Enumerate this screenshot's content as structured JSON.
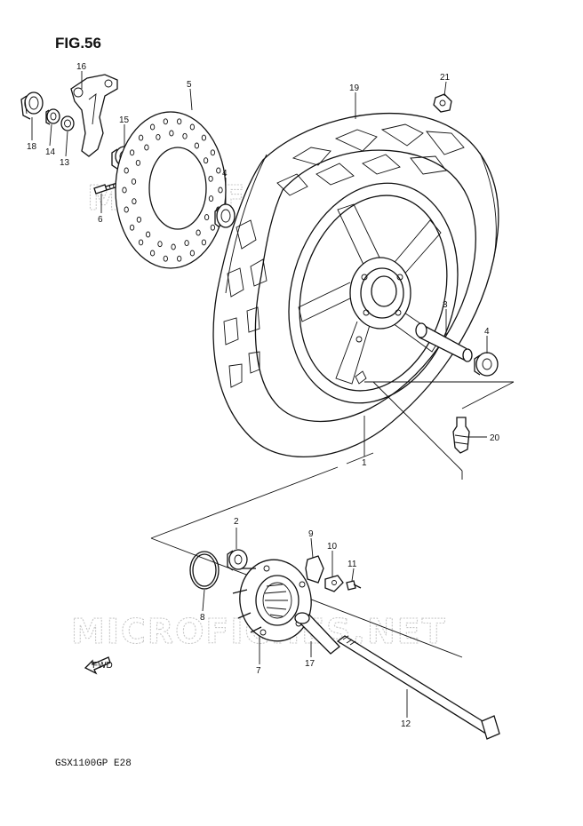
{
  "figure": {
    "title": "FIG.56",
    "model_code": "GSX1100GP  E28",
    "watermark": "MICROFICHES.NET",
    "fwd_label": "FWD"
  },
  "parts": [
    {
      "id": "p1",
      "number": "1"
    },
    {
      "id": "p2",
      "number": "2"
    },
    {
      "id": "p3",
      "number": "3"
    },
    {
      "id": "p4a",
      "number": "4"
    },
    {
      "id": "p4b",
      "number": "4"
    },
    {
      "id": "p5",
      "number": "5"
    },
    {
      "id": "p6",
      "number": "6"
    },
    {
      "id": "p7",
      "number": "7"
    },
    {
      "id": "p8",
      "number": "8"
    },
    {
      "id": "p9",
      "number": "9"
    },
    {
      "id": "p10",
      "number": "10"
    },
    {
      "id": "p11",
      "number": "11"
    },
    {
      "id": "p12",
      "number": "12"
    },
    {
      "id": "p13",
      "number": "13"
    },
    {
      "id": "p14",
      "number": "14"
    },
    {
      "id": "p15",
      "number": "15"
    },
    {
      "id": "p16",
      "number": "16"
    },
    {
      "id": "p17",
      "number": "17"
    },
    {
      "id": "p18",
      "number": "18"
    },
    {
      "id": "p19",
      "number": "19"
    },
    {
      "id": "p20",
      "number": "20"
    },
    {
      "id": "p21",
      "number": "21"
    }
  ]
}
